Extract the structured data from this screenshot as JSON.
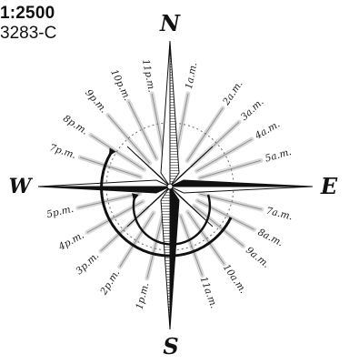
{
  "header": {
    "scale": "1:2500",
    "code": "3283-C"
  },
  "compass": {
    "north": "N",
    "south": "S",
    "east": "E",
    "west": "W"
  },
  "hours": [
    {
      "label": "1a.m.",
      "bearing": 11
    },
    {
      "label": "2a.m.",
      "bearing": 34
    },
    {
      "label": "3a.m.",
      "bearing": 47
    },
    {
      "label": "4a.m.",
      "bearing": 60
    },
    {
      "label": "5a.m.",
      "bearing": 74
    },
    {
      "label": "7a.m.",
      "bearing": 104
    },
    {
      "label": "8a.m.",
      "bearing": 117
    },
    {
      "label": "9a.m.",
      "bearing": 129
    },
    {
      "label": "10a.m.",
      "bearing": 145
    },
    {
      "label": "11a.m.",
      "bearing": 160
    },
    {
      "label": "1p.m.",
      "bearing": 194
    },
    {
      "label": "2p.m.",
      "bearing": 212
    },
    {
      "label": "3p.m.",
      "bearing": 227
    },
    {
      "label": "4p.m.",
      "bearing": 241
    },
    {
      "label": "5p.m.",
      "bearing": 257
    },
    {
      "label": "7p.m.",
      "bearing": 288
    },
    {
      "label": "8p.m.",
      "bearing": 303
    },
    {
      "label": "9p.m.",
      "bearing": 319
    },
    {
      "label": "10p.m.",
      "bearing": 334
    },
    {
      "label": "11p.m.",
      "bearing": 349
    }
  ]
}
